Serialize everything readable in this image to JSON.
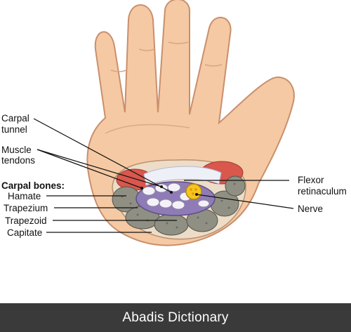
{
  "labels": {
    "carpal_tunnel_1": "Carpal",
    "carpal_tunnel_2": "tunnel",
    "muscle_tendons_1": "Muscle",
    "muscle_tendons_2": "tendons",
    "carpal_bones": "Carpal bones:",
    "hamate": "Hamate",
    "trapezium": "Trapezium",
    "trapezoid": "Trapezoid",
    "capitate": "Capitate",
    "flexor_1": "Flexor",
    "flexor_2": "retinaculum",
    "nerve": "Nerve"
  },
  "footer": {
    "text": "Abadis Dictionary"
  },
  "colors": {
    "skin": "#f5c9a3",
    "skin_outline": "#c98f6c",
    "bone": "#8f8f83",
    "tunnel": "#8f7cb6",
    "tendon": "#f4f2f8",
    "nerve": "#f5c51e",
    "muscle": "#d9574c",
    "footer_bg": "#3a3a3a"
  }
}
